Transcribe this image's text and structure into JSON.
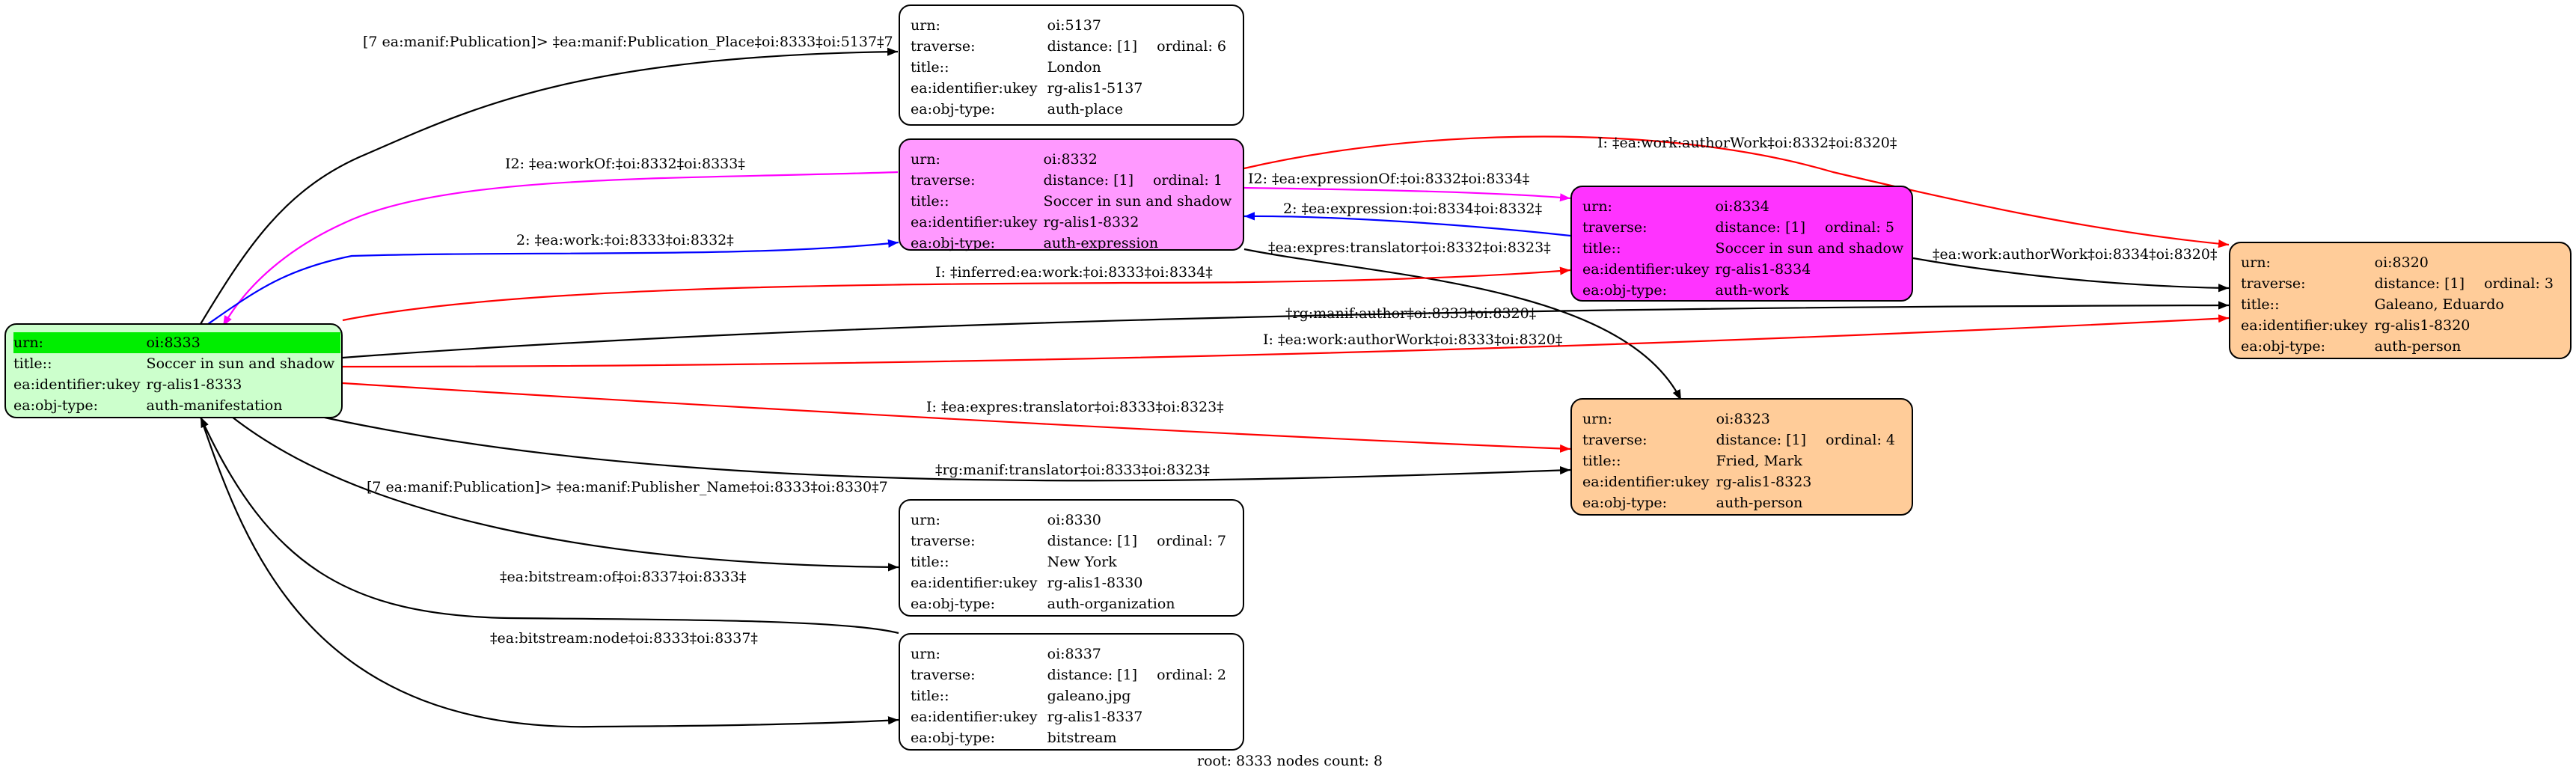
{
  "colors": {
    "root_fill": "#ccffcc",
    "root_highlight": "#00ee00",
    "expression_fill": "#ff99ff",
    "work_fill": "#ff33ff",
    "person_fill": "#ffcc99",
    "plain_fill": "#ffffff",
    "edge_red": "#ff0000",
    "edge_blue": "#0000ff",
    "edge_magenta": "#ff00ff",
    "edge_black": "#000000"
  },
  "root": {
    "rows": [
      {
        "key": "urn:",
        "value": "oi:8333"
      },
      {
        "key": "title::",
        "value": "Soccer in sun and shadow"
      },
      {
        "key": "ea:identifier:ukey",
        "value": "rg-alis1-8333"
      },
      {
        "key": "ea:obj-type:",
        "value": "auth-manifestation"
      }
    ]
  },
  "nodes": {
    "n5137": {
      "urn_key": "urn:",
      "urn": "oi:5137",
      "traverse_key": "traverse:",
      "distance": "distance: [1]",
      "ordinal": "ordinal: 6",
      "title_key": "title::",
      "title": "London",
      "ukey_key": "ea:identifier:ukey",
      "ukey": "rg-alis1-5137",
      "type_key": "ea:obj-type:",
      "type": "auth-place"
    },
    "n8332": {
      "urn_key": "urn:",
      "urn": "oi:8332",
      "traverse_key": "traverse:",
      "distance": "distance: [1]",
      "ordinal": "ordinal: 1",
      "title_key": "title::",
      "title": "Soccer in sun and shadow",
      "ukey_key": "ea:identifier:ukey",
      "ukey": "rg-alis1-8332",
      "type_key": "ea:obj-type:",
      "type": "auth-expression"
    },
    "n8334": {
      "urn_key": "urn:",
      "urn": "oi:8334",
      "traverse_key": "traverse:",
      "distance": "distance: [1]",
      "ordinal": "ordinal: 5",
      "title_key": "title::",
      "title": "Soccer in sun and shadow",
      "ukey_key": "ea:identifier:ukey",
      "ukey": "rg-alis1-8334",
      "type_key": "ea:obj-type:",
      "type": "auth-work"
    },
    "n8320": {
      "urn_key": "urn:",
      "urn": "oi:8320",
      "traverse_key": "traverse:",
      "distance": "distance: [1]",
      "ordinal": "ordinal: 3",
      "title_key": "title::",
      "title": "Galeano, Eduardo",
      "ukey_key": "ea:identifier:ukey",
      "ukey": "rg-alis1-8320",
      "type_key": "ea:obj-type:",
      "type": "auth-person"
    },
    "n8323": {
      "urn_key": "urn:",
      "urn": "oi:8323",
      "traverse_key": "traverse:",
      "distance": "distance: [1]",
      "ordinal": "ordinal: 4",
      "title_key": "title::",
      "title": "Fried, Mark",
      "ukey_key": "ea:identifier:ukey",
      "ukey": "rg-alis1-8323",
      "type_key": "ea:obj-type:",
      "type": "auth-person"
    },
    "n8330": {
      "urn_key": "urn:",
      "urn": "oi:8330",
      "traverse_key": "traverse:",
      "distance": "distance: [1]",
      "ordinal": "ordinal: 7",
      "title_key": "title::",
      "title": "New York",
      "ukey_key": "ea:identifier:ukey",
      "ukey": "rg-alis1-8330",
      "type_key": "ea:obj-type:",
      "type": "auth-organization"
    },
    "n8337": {
      "urn_key": "urn:",
      "urn": "oi:8337",
      "traverse_key": "traverse:",
      "distance": "distance: [1]",
      "ordinal": "ordinal: 2",
      "title_key": "title::",
      "title": "galeano.jpg",
      "ukey_key": "ea:identifier:ukey",
      "ukey": "rg-alis1-8337",
      "type_key": "ea:obj-type:",
      "type": "bitstream"
    }
  },
  "edges": {
    "publication_place": "[7 ea:manif:Publication]> ‡ea:manif:Publication_Place‡oi:8333‡oi:5137‡7",
    "work_of": "I2: ‡ea:workOf:‡oi:8332‡oi:8333‡",
    "work": "2: ‡ea:work:‡oi:8333‡oi:8332‡",
    "expression_of": "I2: ‡ea:expressionOf:‡oi:8332‡oi:8334‡",
    "expression": "2: ‡ea:expression:‡oi:8334‡oi:8332‡",
    "author_work_8332": "I: ‡ea:work:authorWork‡oi:8332‡oi:8320‡",
    "expres_translator_8332": "‡ea:expres:translator‡oi:8332‡oi:8323‡",
    "inferred_work": "I: ‡inferred:ea:work:‡oi:8333‡oi:8334‡",
    "author_work_8334": "‡ea:work:authorWork‡oi:8334‡oi:8320‡",
    "manif_author": "‡rg:manif:author‡oi:8333‡oi:8320‡",
    "author_work_8333": "I: ‡ea:work:authorWork‡oi:8333‡oi:8320‡",
    "expres_translator_8333": "I: ‡ea:expres:translator‡oi:8333‡oi:8323‡",
    "manif_translator": "‡rg:manif:translator‡oi:8333‡oi:8323‡",
    "publisher_name": "[7 ea:manif:Publication]> ‡ea:manif:Publisher_Name‡oi:8333‡oi:8330‡7",
    "bitstream_of": "‡ea:bitstream:of‡oi:8337‡oi:8333‡",
    "bitstream_node": "‡ea:bitstream:node‡oi:8333‡oi:8337‡"
  },
  "footer": "root: 8333 nodes count: 8"
}
